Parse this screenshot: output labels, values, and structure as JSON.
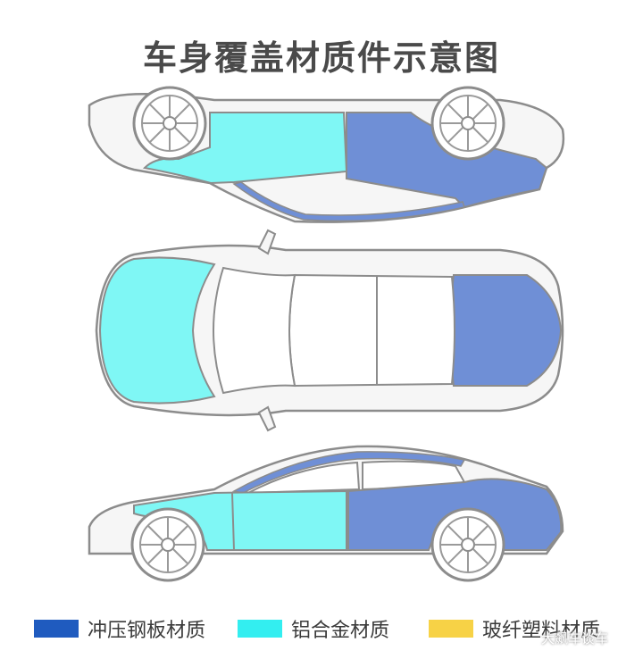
{
  "title": "车身覆盖材质件示意图",
  "colors": {
    "steel": "#1f5bbf",
    "steel_panel": "#6f8fd6",
    "aluminum": "#33eef0",
    "aluminum_panel": "#7ff7f5",
    "fiberglass": "#f7d246",
    "outline": "#8c8c8c",
    "body": "#f6f6f6"
  },
  "views": [
    "bottom-side",
    "top",
    "side"
  ],
  "legend": [
    {
      "label": "冲压钢板材质",
      "color": "#1f5bbf"
    },
    {
      "label": "铝合金材质",
      "color": "#33eef0"
    },
    {
      "label": "玻纤塑料材质",
      "color": "#f7d246"
    }
  ],
  "watermark": "大飙车谈车"
}
